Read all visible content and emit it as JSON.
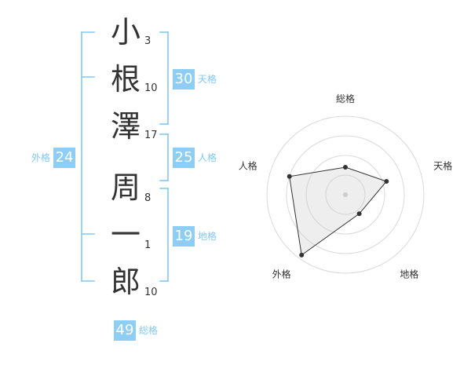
{
  "name": {
    "surname": [
      {
        "char": "小",
        "strokes": "3"
      },
      {
        "char": "根",
        "strokes": "10"
      },
      {
        "char": "澤",
        "strokes": "17"
      }
    ],
    "given": [
      {
        "char": "周",
        "strokes": "8"
      },
      {
        "char": "一",
        "strokes": "1"
      },
      {
        "char": "郎",
        "strokes": "10"
      }
    ]
  },
  "kaku": {
    "tenkaku": {
      "value": "30",
      "label": "天格"
    },
    "jinkaku": {
      "value": "25",
      "label": "人格"
    },
    "chikaku": {
      "value": "19",
      "label": "地格"
    },
    "gaikaku": {
      "value": "24",
      "label": "外格"
    },
    "soukaku": {
      "value": "49",
      "label": "総格"
    }
  },
  "colors": {
    "accent": "#8ecef5",
    "accent_text": "#82c8f4",
    "text": "#333333",
    "ring": "#d9d9d9"
  },
  "chart_data": {
    "type": "radar",
    "axes": [
      "総格",
      "天格",
      "地格",
      "外格",
      "人格"
    ],
    "values": [
      0.35,
      0.55,
      0.3,
      0.95,
      0.75
    ],
    "rings": 4,
    "max": 1
  }
}
